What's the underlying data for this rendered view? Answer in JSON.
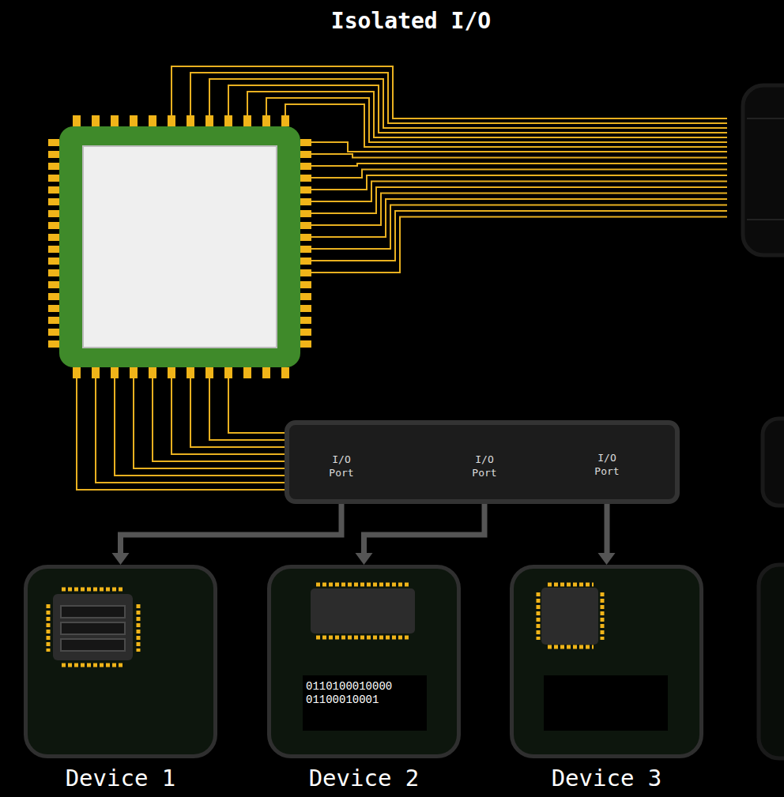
{
  "diagram": {
    "title": "Isolated I/O",
    "nodes": [
      {
        "text": [
          "I/O Port",
          "I/O Port",
          "I/O Port"
        ]
      },
      {
        "text": [
          "Device 1"
        ]
      },
      {
        "text": [
          "Device 2"
        ]
      },
      {
        "text": [
          "0110100010000 01100010001"
        ],
        "in": 2
      },
      {
        "text": [
          "Device 3"
        ]
      }
    ],
    "edges": [
      {
        "from": 0,
        "to": 1,
        "arrow": "to"
      },
      {
        "from": 0,
        "to": 2,
        "arrow": "to"
      },
      {
        "from": 0,
        "to": 4,
        "arrow": "to"
      }
    ]
  }
}
